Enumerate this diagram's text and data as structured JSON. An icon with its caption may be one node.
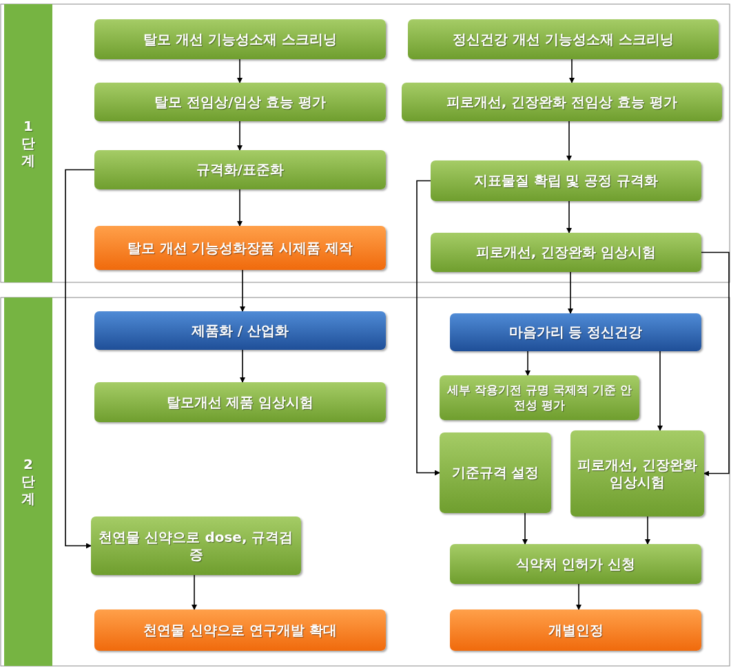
{
  "diagram": {
    "nodes": [
      {
        "text": [
          "1 단계"
        ]
      },
      {
        "text": [
          "탈모 개선 기능성소재 스크리닝"
        ]
      },
      {
        "text": [
          "정신건강 개선 기능성소재 스크리닝"
        ]
      },
      {
        "text": [
          "탈모 전임상/임상 효능 평가"
        ]
      },
      {
        "text": [
          "피로개선, 긴장완화 전임상 효능 평가"
        ]
      },
      {
        "text": [
          "규격화/표준화"
        ]
      },
      {
        "text": [
          "지표물질 확립 및 공정 규격화"
        ]
      },
      {
        "text": [
          "탈모 개선 기능성화장품 시제품 제작"
        ]
      },
      {
        "text": [
          "피로개선, 긴장완화 임상시험"
        ]
      },
      {
        "text": [
          "2 단계"
        ]
      },
      {
        "text": [
          "제품화 / 산업화"
        ]
      },
      {
        "text": [
          "마음가리 등 정신건강"
        ]
      },
      {
        "text": [
          "탈모개선 제품 임상시험"
        ]
      },
      {
        "text": [
          "세부 작용기전 규명 국제적 기준 안전성 평가"
        ]
      },
      {
        "text": [
          "기준규격 설정"
        ]
      },
      {
        "text": [
          "피로개선, 긴장완화 임상시험"
        ]
      },
      {
        "text": [
          "천연물 신약으로 dose, 규격검증"
        ]
      },
      {
        "text": [
          "식약처 인허가 신청"
        ]
      },
      {
        "text": [
          "천연물 신약으로 연구개발 확대"
        ]
      },
      {
        "text": [
          "개별인정"
        ]
      }
    ],
    "edges": [
      {
        "from": 1,
        "to": 3,
        "arrow": "to"
      },
      {
        "from": 3,
        "to": 5,
        "arrow": "to"
      },
      {
        "from": 5,
        "to": 7,
        "arrow": "to"
      },
      {
        "from": 7,
        "to": 10,
        "arrow": "to"
      },
      {
        "from": 10,
        "to": 12,
        "arrow": "to"
      },
      {
        "from": 5,
        "to": 16,
        "arrow": "to"
      },
      {
        "from": 16,
        "to": 18,
        "arrow": "to"
      },
      {
        "from": 2,
        "to": 4,
        "arrow": "to"
      },
      {
        "from": 4,
        "to": 6,
        "arrow": "to"
      },
      {
        "from": 6,
        "to": 8,
        "arrow": "to"
      },
      {
        "from": 8,
        "to": 11,
        "arrow": "to"
      },
      {
        "from": 6,
        "to": 14,
        "arrow": "to"
      },
      {
        "from": 8,
        "to": 15,
        "arrow": "to"
      },
      {
        "from": 11,
        "to": 13,
        "arrow": "to"
      },
      {
        "from": 11,
        "to": 15,
        "arrow": "to"
      },
      {
        "from": 14,
        "to": 17,
        "arrow": "to"
      },
      {
        "from": 15,
        "to": 17,
        "arrow": "to"
      },
      {
        "from": 17,
        "to": 19,
        "arrow": "to"
      }
    ]
  }
}
